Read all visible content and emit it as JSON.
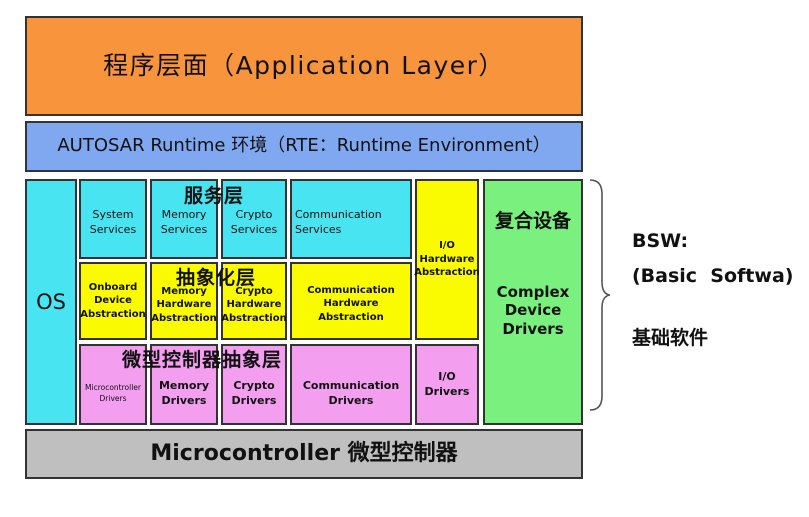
{
  "application_layer": "程序层面（Application Layer）",
  "rte": "AUTOSAR   Runtime 环境（RTE：Runtime Environment）",
  "microcontroller": "Microcontroller   微型控制器",
  "os": "OS",
  "overlays": {
    "services_layer": "服务层",
    "ecu_abstraction": "抽象化层",
    "mcal": "微型控制器抽象层"
  },
  "services": {
    "system": "System Services",
    "memory": "Memory Services",
    "crypto": "Crypto Services",
    "communication": "Communication Services"
  },
  "io_hw_abstraction": "I/O Hardware Abstraction",
  "hw_abstraction": {
    "onboard": "Onboard Device Abstraction",
    "memory": "Memory Hardware Abstraction",
    "crypto": "Crypto Hardware Abstraction",
    "communication": "Communication Hardware Abstraction"
  },
  "drivers": {
    "microcontroller": "Microcontroller Drivers",
    "memory": "Memory Drivers",
    "crypto": "Crypto Drivers",
    "communication": "Communication Drivers",
    "io": "I/O Drivers"
  },
  "complex_drivers": {
    "title": "复合设备",
    "body": "Complex Device Drivers"
  },
  "bsw": {
    "line1": "BSW:",
    "line2": "(Basic  Softwa)",
    "line3": "基础软件"
  },
  "colors": {
    "application": "#f8943c",
    "rte": "#7fa8f0",
    "services": "#48e4f2",
    "abstraction": "#fbfb00",
    "drivers": "#f49ef0",
    "complex": "#7af07e",
    "microcontroller": "#bfbfbf"
  }
}
